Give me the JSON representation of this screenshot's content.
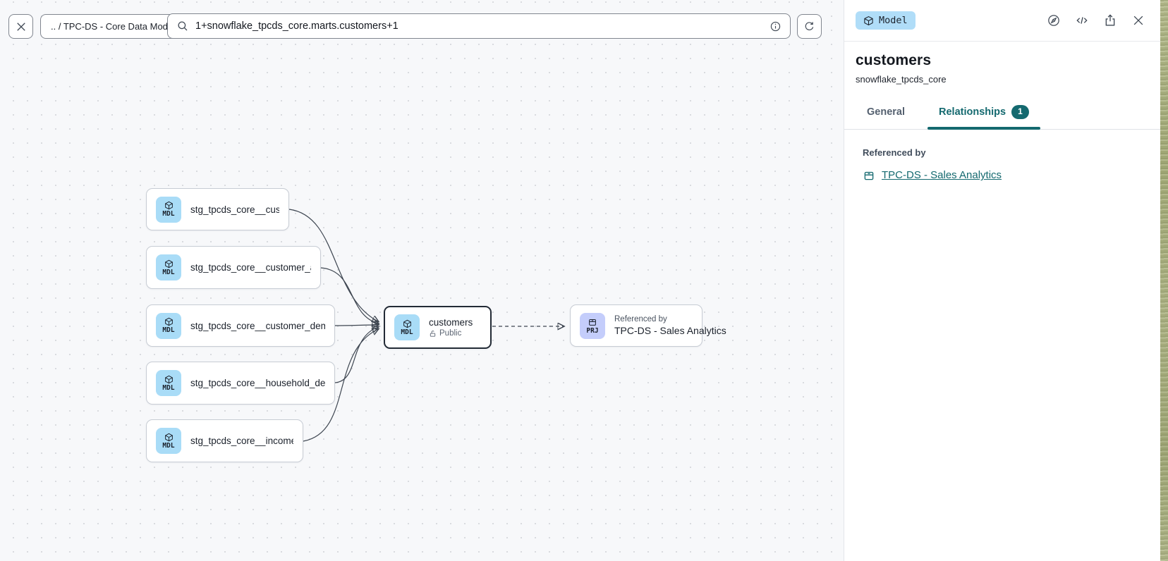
{
  "toolbar": {
    "breadcrumb": ".. / TPC-DS - Core Data Models",
    "search_value": "1+snowflake_tpcds_core.marts.customers+1"
  },
  "panel": {
    "type_badge": "Model",
    "title": "customers",
    "subtitle": "snowflake_tpcds_core",
    "tabs": {
      "general": "General",
      "relationships": "Relationships",
      "relationships_count": "1"
    },
    "referenced_by_label": "Referenced by",
    "reference_link": "TPC-DS - Sales Analytics"
  },
  "graph": {
    "nodes": [
      {
        "type": "model",
        "tag": "MDL",
        "label": "stg_tpcds_core__customer"
      },
      {
        "type": "model",
        "tag": "MDL",
        "label": "stg_tpcds_core__customer_address"
      },
      {
        "type": "model",
        "tag": "MDL",
        "label": "stg_tpcds_core__customer_demogra..."
      },
      {
        "type": "model",
        "tag": "MDL",
        "label": "stg_tpcds_core__household_demogr..."
      },
      {
        "type": "model",
        "tag": "MDL",
        "label": "stg_tpcds_core__income_band"
      },
      {
        "type": "model",
        "tag": "MDL",
        "label": "customers",
        "sublabel": "Public",
        "selected": true
      },
      {
        "type": "project",
        "tag": "PRJ",
        "label": "TPC-DS - Sales Analytics",
        "sublabel": "Referenced by"
      }
    ]
  },
  "colors": {
    "accent_teal": "#14696f",
    "model_icon_bg": "#a9dcf7",
    "project_icon_bg": "#c4cdfb",
    "badge_bg": "#b0ddf8",
    "canvas_bg": "#f7f8fa"
  }
}
